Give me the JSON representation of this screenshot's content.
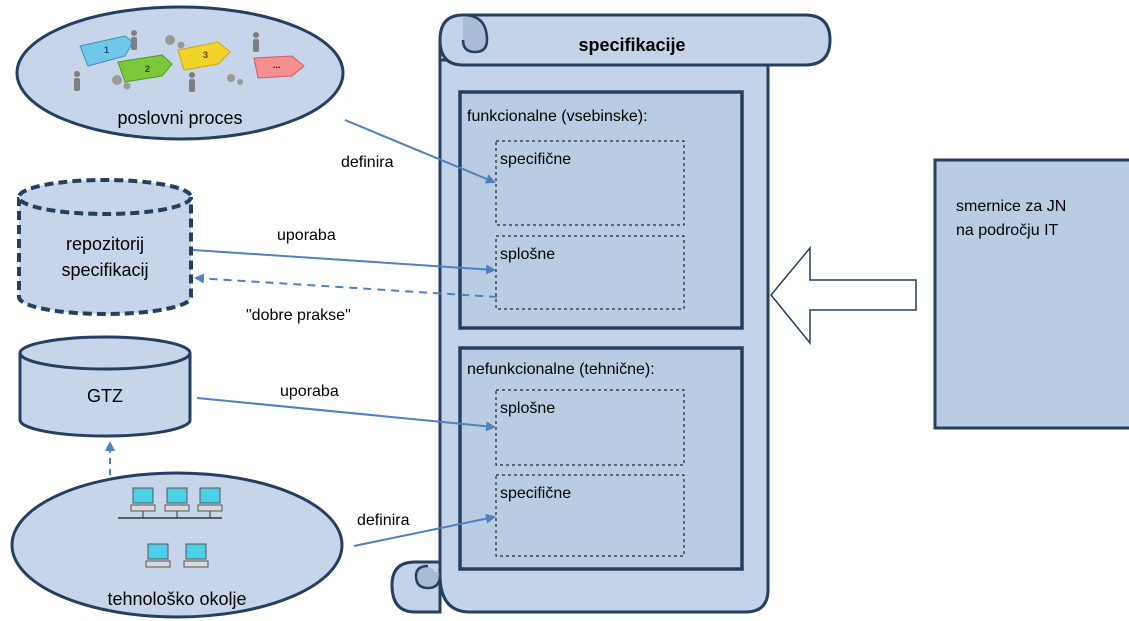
{
  "scroll": {
    "title": "specifikacije"
  },
  "functional": {
    "title": "funkcionalne (vsebinske):",
    "sub1": "specifične",
    "sub2": "splošne"
  },
  "nonfunctional": {
    "title": "nefunkcionalne (tehnične):",
    "sub1": "splošne",
    "sub2": "specifične"
  },
  "business_process": {
    "label": "poslovni proces",
    "steps": [
      "1",
      "2",
      "3",
      "..."
    ]
  },
  "repository": {
    "line1": "repozitorij",
    "line2": "specifikacij"
  },
  "gtz": {
    "label": "GTZ"
  },
  "tech_env": {
    "label": "tehnološko okolje"
  },
  "guidelines": {
    "line1": "smernice za JN",
    "line2": "na področju IT"
  },
  "arrows": {
    "definira_top": "definira",
    "uporaba_repo": "uporaba",
    "dobre_prakse": "\"dobre prakse\"",
    "uporaba_gtz": "uporaba",
    "definira_bottom": "definira"
  },
  "colors": {
    "fill_light": "#c6d5ea",
    "fill_scroll": "#c3d3e9",
    "fill_box": "#b8cce4",
    "stroke_dark": "#243f60",
    "arrow_blue": "#4f81bd"
  }
}
